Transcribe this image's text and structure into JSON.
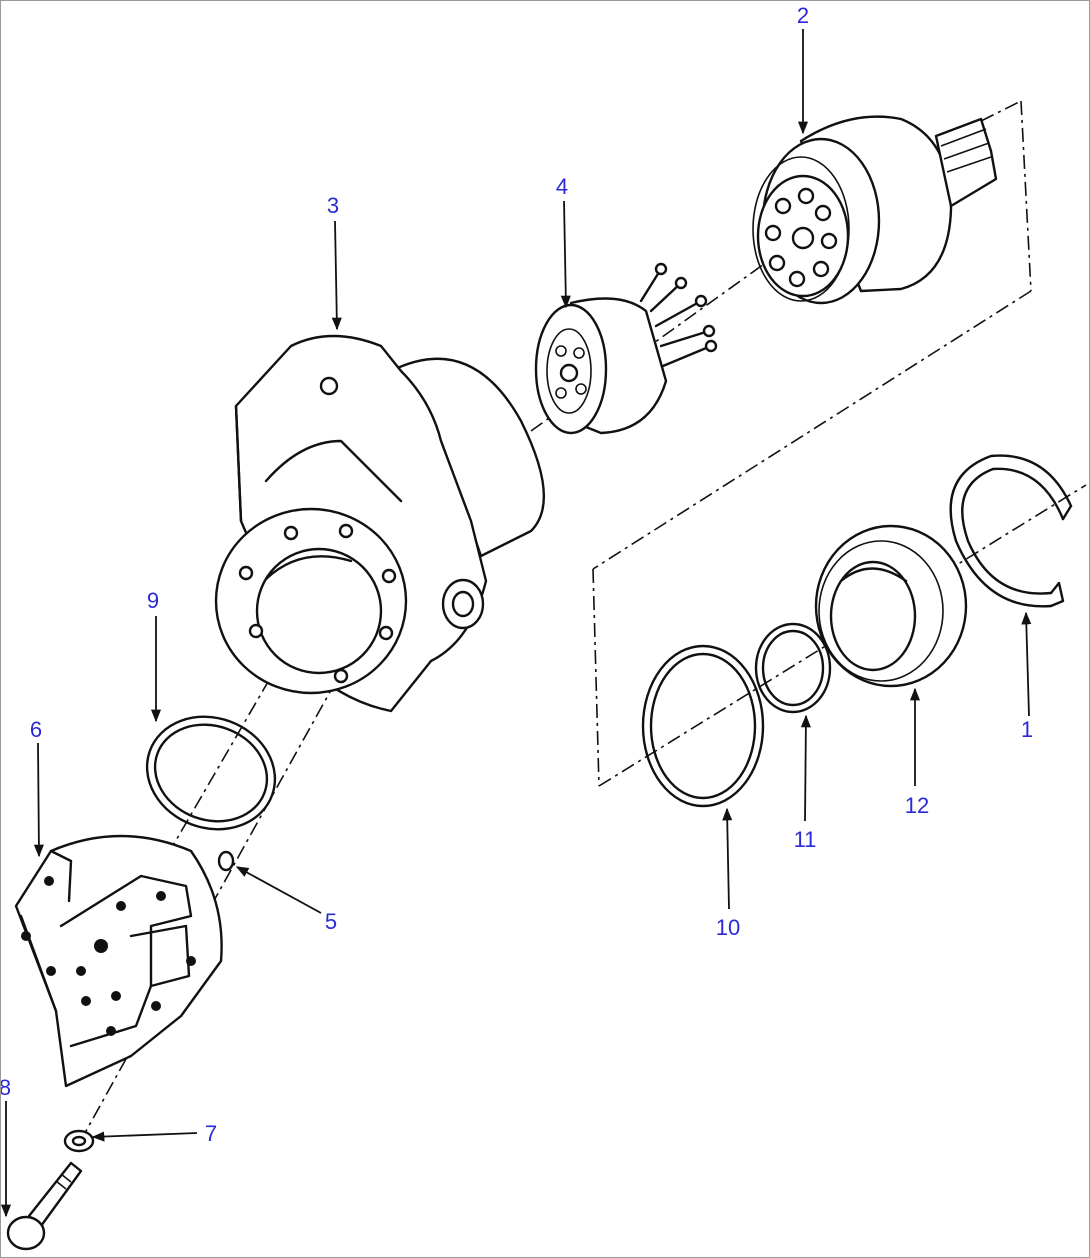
{
  "callouts": [
    {
      "id": "1",
      "text": "1"
    },
    {
      "id": "2",
      "text": "2"
    },
    {
      "id": "3",
      "text": "3"
    },
    {
      "id": "4",
      "text": "4"
    },
    {
      "id": "5",
      "text": "5"
    },
    {
      "id": "6",
      "text": "6"
    },
    {
      "id": "7",
      "text": "7"
    },
    {
      "id": "8",
      "text": "8"
    },
    {
      "id": "9",
      "text": "9"
    },
    {
      "id": "10",
      "text": "10"
    },
    {
      "id": "11",
      "text": "11"
    },
    {
      "id": "12",
      "text": "12"
    }
  ],
  "colors": {
    "callout": "#2a2ad6",
    "ink": "#111111",
    "border": "#9a9a9a"
  }
}
